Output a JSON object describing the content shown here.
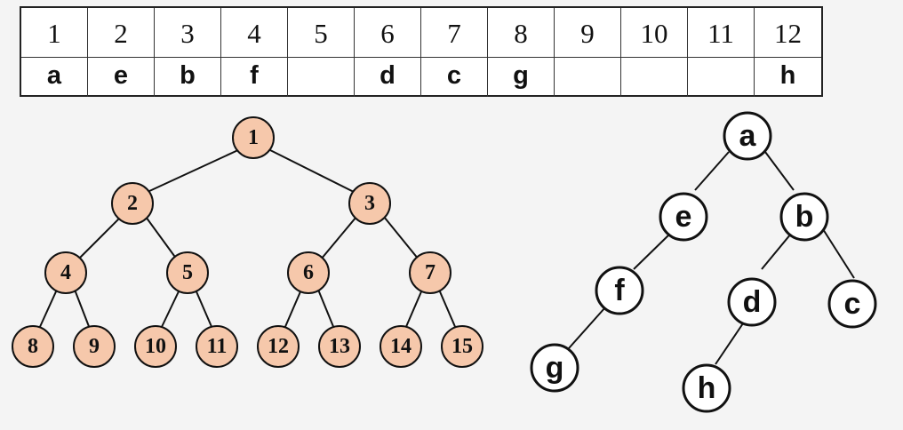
{
  "table": {
    "indices": [
      "1",
      "2",
      "3",
      "4",
      "5",
      "6",
      "7",
      "8",
      "9",
      "10",
      "11",
      "12"
    ],
    "values": [
      "a",
      "e",
      "b",
      "f",
      "",
      "d",
      "c",
      "g",
      "",
      "",
      "",
      "h"
    ]
  },
  "numbered_tree": {
    "nodes": [
      "1",
      "2",
      "3",
      "4",
      "5",
      "6",
      "7",
      "8",
      "9",
      "10",
      "11",
      "12",
      "13",
      "14",
      "15"
    ]
  },
  "letter_tree": {
    "nodes": [
      "a",
      "e",
      "b",
      "f",
      "d",
      "c",
      "g",
      "h"
    ]
  },
  "colors": {
    "numbered_node_fill": "#f6c8ab",
    "letter_node_fill": "#ffffff",
    "stroke": "#111111"
  }
}
